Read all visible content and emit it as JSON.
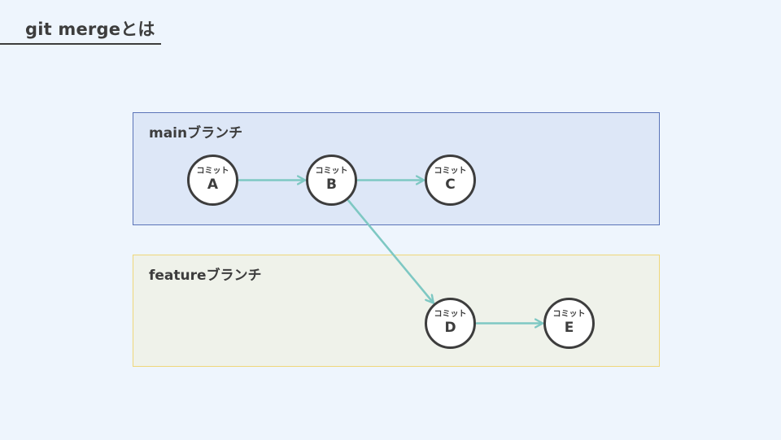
{
  "page": {
    "title": "git mergeとは"
  },
  "lanes": {
    "main": {
      "label": "mainブランチ"
    },
    "feature": {
      "label": "featureブランチ"
    }
  },
  "commits": [
    {
      "kind": "コミット",
      "id": "A",
      "branch": "main"
    },
    {
      "kind": "コミット",
      "id": "B",
      "branch": "main"
    },
    {
      "kind": "コミット",
      "id": "C",
      "branch": "main"
    },
    {
      "kind": "コミット",
      "id": "D",
      "branch": "feature"
    },
    {
      "kind": "コミット",
      "id": "E",
      "branch": "feature"
    }
  ],
  "edges": [
    {
      "from": "A",
      "to": "B"
    },
    {
      "from": "B",
      "to": "C"
    },
    {
      "from": "B",
      "to": "D"
    },
    {
      "from": "D",
      "to": "E"
    }
  ],
  "colors": {
    "arrow": "#7ec8c3",
    "main_lane_fill": "#dde7f7",
    "main_lane_border": "#5a74b8",
    "feature_lane_fill": "#eff2ea",
    "feature_lane_border": "#efd77a",
    "text": "#3d3d3d"
  }
}
